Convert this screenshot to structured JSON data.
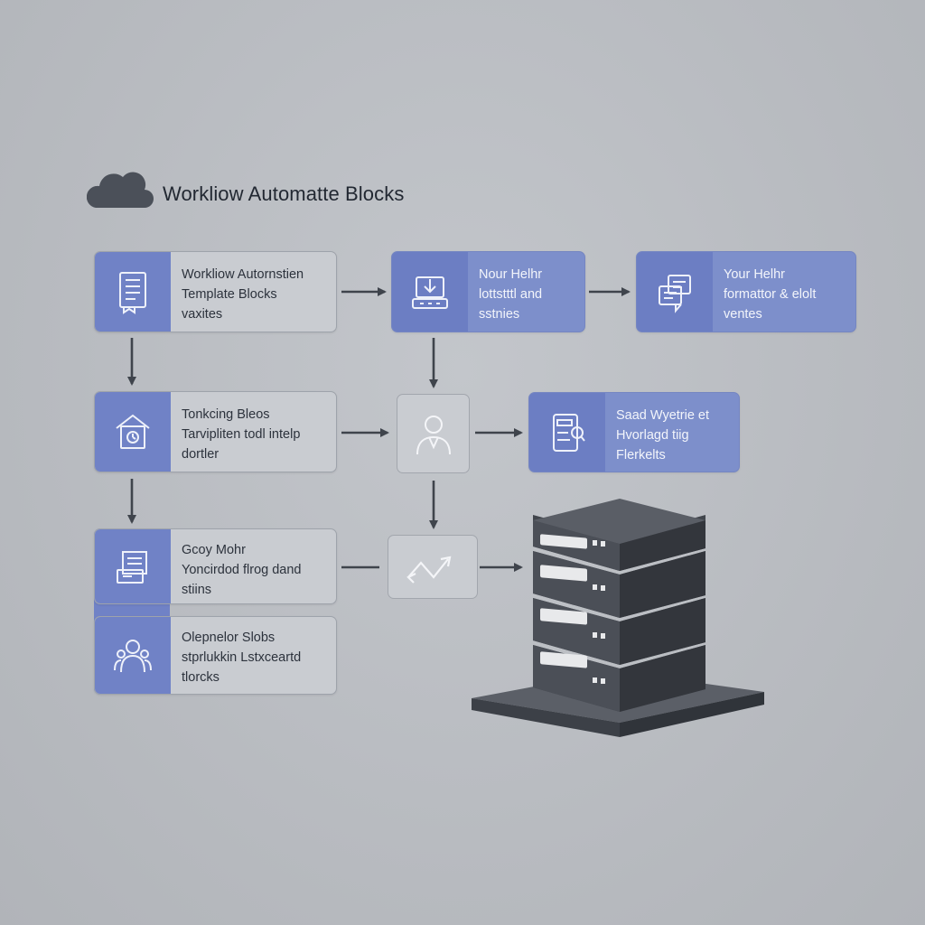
{
  "title": "Workliow Automatte Blocks",
  "cards": {
    "r1c1": {
      "l1": "Workliow Autornstien",
      "l2": "Template Blocks",
      "l3": "vaxites"
    },
    "r1c2": {
      "l1": "Nour Helhr",
      "l2": "lottstttl and",
      "l3": "sstnies"
    },
    "r1c3": {
      "l1": "Your Helhr",
      "l2": "formattor & elolt",
      "l3": "ventes"
    },
    "r2c1": {
      "l1": "Tonkcing Bleos",
      "l2": "Tarvipliten todl intelp",
      "l3": "dortler"
    },
    "r2c3": {
      "l1": "Saad Wyetrie et",
      "l2": "Hvorlagd tiig",
      "l3": "Flerkelts"
    },
    "r3c1": {
      "l1": "Gcoy Mohr",
      "l2": "Yoncirdod flrog dand",
      "l3": "stiins"
    },
    "r4c1": {
      "l1": "Olepnelor Slobs",
      "l2": "stprlukkin Lstxceartd",
      "l3": "tlorcks"
    }
  },
  "colors": {
    "accent": "#7082c6",
    "card_blue": "#7d8fcb",
    "card_gray": "#c9ccd1",
    "arrow": "#3f444c",
    "server": "#4a4e56",
    "background": "#bcbfc4"
  },
  "icons": {
    "title": "cloud-icon",
    "r1c1": "document-icon",
    "r1c2": "download-tray-icon",
    "r1c3": "chat-bubbles-icon",
    "r2c1": "home-icon",
    "r2c2": "user-icon",
    "r2c3": "form-search-icon",
    "r3c1": "device-document-icon",
    "r3c2": "trend-arrows-icon",
    "r4c1": "team-icon",
    "storage": "server-stack-icon"
  }
}
